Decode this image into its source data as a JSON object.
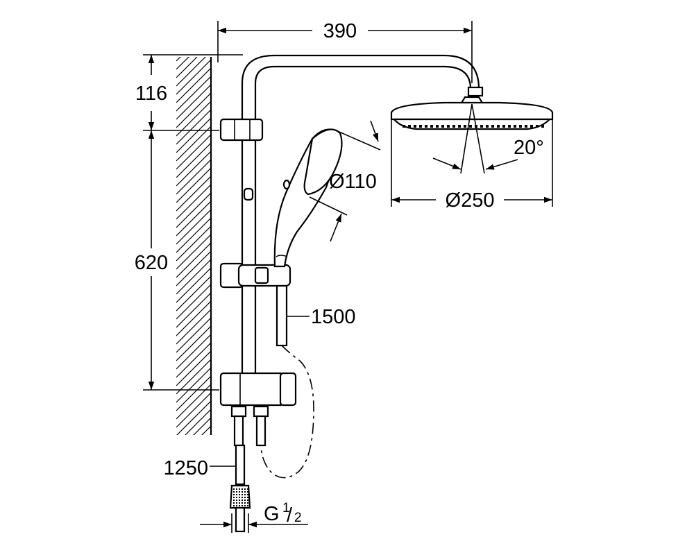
{
  "dimensions": {
    "arm_reach": "390",
    "wall_to_arm_height": "116",
    "rail_height": "620",
    "hand_shower_diameter": "Ø110",
    "head_shower_diameter": "Ø250",
    "head_tilt_angle": "20°",
    "hand_hose_length": "1500",
    "supply_hose_length": "1250",
    "thread_main": "G",
    "thread_frac_num": "1",
    "thread_frac_den": "2"
  }
}
